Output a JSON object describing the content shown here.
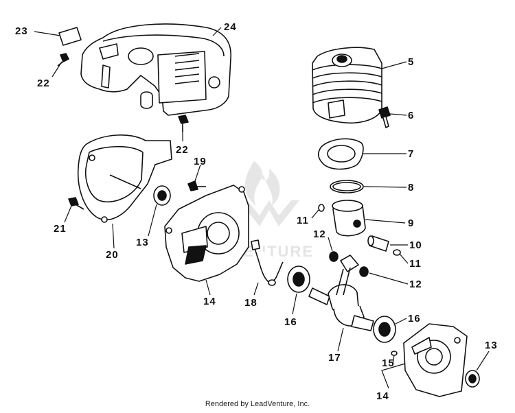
{
  "watermark": {
    "text": "LEADVENTURE"
  },
  "footer": {
    "text": "Rendered by LeadVenture, Inc."
  },
  "callouts": [
    {
      "id": "c23",
      "label": "23"
    },
    {
      "id": "c24",
      "label": "24"
    },
    {
      "id": "c22a",
      "label": "22"
    },
    {
      "id": "c22b",
      "label": "22"
    },
    {
      "id": "c5",
      "label": "5"
    },
    {
      "id": "c6",
      "label": "6"
    },
    {
      "id": "c7",
      "label": "7"
    },
    {
      "id": "c8",
      "label": "8"
    },
    {
      "id": "c19",
      "label": "19"
    },
    {
      "id": "c21",
      "label": "21"
    },
    {
      "id": "c20",
      "label": "20"
    },
    {
      "id": "c13a",
      "label": "13"
    },
    {
      "id": "c11a",
      "label": "11"
    },
    {
      "id": "c9",
      "label": "9"
    },
    {
      "id": "c12a",
      "label": "12"
    },
    {
      "id": "c10",
      "label": "10"
    },
    {
      "id": "c11b",
      "label": "11"
    },
    {
      "id": "c12b",
      "label": "12"
    },
    {
      "id": "c14a",
      "label": "14"
    },
    {
      "id": "c18",
      "label": "18"
    },
    {
      "id": "c16a",
      "label": "16"
    },
    {
      "id": "c16b",
      "label": "16"
    },
    {
      "id": "c17",
      "label": "17"
    },
    {
      "id": "c15",
      "label": "15"
    },
    {
      "id": "c14b",
      "label": "14"
    },
    {
      "id": "c13b",
      "label": "13"
    }
  ]
}
